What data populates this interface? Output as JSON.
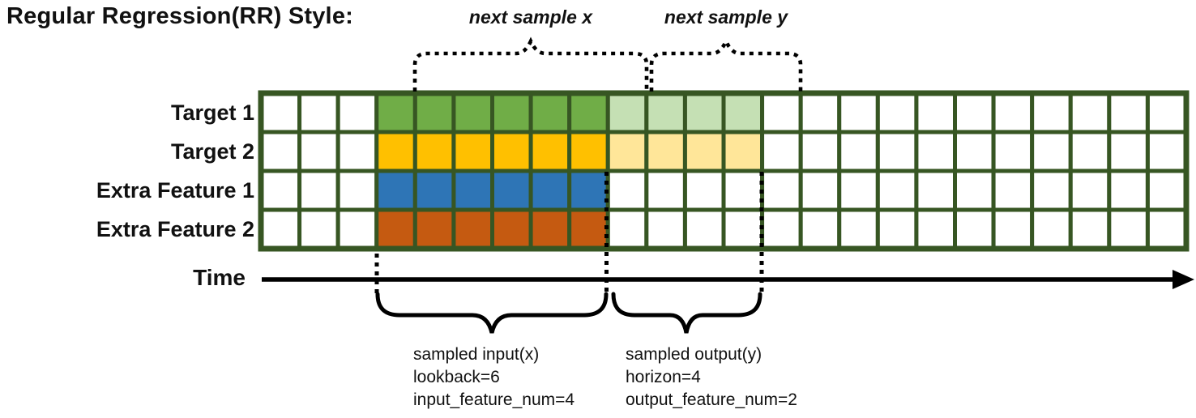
{
  "title": "Regular Regression(RR) Style:",
  "colors": {
    "green": "#70AD47",
    "light_green": "#C5E0B4",
    "gold": "#FFC000",
    "light_gold": "#FFE699",
    "blue": "#2E75B6",
    "orange": "#C55A11",
    "white": "#FFFFFF",
    "grid_line": "#375623",
    "annotation": "#000000"
  },
  "grid": {
    "columns": 24,
    "rows": [
      {
        "label": "Target 1",
        "segments": [
          {
            "start": 3,
            "count": 6,
            "color": "green"
          },
          {
            "start": 9,
            "count": 4,
            "color": "light_green"
          }
        ]
      },
      {
        "label": "Target 2",
        "segments": [
          {
            "start": 3,
            "count": 6,
            "color": "gold"
          },
          {
            "start": 9,
            "count": 4,
            "color": "light_gold"
          }
        ]
      },
      {
        "label": "Extra Feature 1",
        "segments": [
          {
            "start": 3,
            "count": 6,
            "color": "blue"
          }
        ]
      },
      {
        "label": "Extra Feature 2",
        "segments": [
          {
            "start": 3,
            "count": 6,
            "color": "orange"
          }
        ]
      }
    ]
  },
  "annotations": {
    "next_sample_x": "next sample x",
    "next_sample_y": "next sample y",
    "time_label": "Time",
    "input_lines": [
      "sampled input(x)",
      "lookback=6",
      "input_feature_num=4"
    ],
    "output_lines": [
      "sampled output(y)",
      "horizon=4",
      "output_feature_num=2"
    ]
  }
}
